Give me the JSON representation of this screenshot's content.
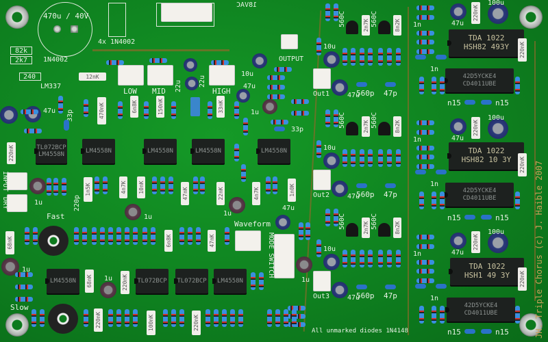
{
  "power": {
    "cap_rating": "470u / 40V",
    "diodes": "4x 1N4002",
    "ac_input": "18VAC",
    "r1": "82k",
    "r2": "2k7",
    "diode": "1N4002",
    "r3": "240",
    "regulator": "LM337"
  },
  "eq": {
    "low": "LOW",
    "mid": "MID",
    "high": "HIGH",
    "c_12n": "12nK",
    "c_470n": "470nK",
    "c_6n8": "6n8K",
    "c_150n": "150nK",
    "c_33n": "33nK",
    "cap_22u_a": "22u",
    "cap_22u_b": "22u"
  },
  "connectors": {
    "output": "OUTPUT",
    "input": "INPUT",
    "dry": "DRY",
    "waveform": "Waveform",
    "mode_switch": "MODE SWITCH",
    "out1": "Out1",
    "out2": "Out2",
    "out3": "Out3"
  },
  "controls": {
    "fast": "Fast",
    "slow": "Slow"
  },
  "values": {
    "c10u": "10u",
    "c47u": "47u",
    "c1u": "1u",
    "c33p": "33p",
    "c220p": "220p",
    "c220n": "220nK",
    "c1n5": "1n5K",
    "c4n7": "4n7K",
    "c10n": "10nK",
    "c47n": "47nK",
    "c22n": "22nK",
    "c1n0": "1n0K",
    "c68n": "68nK",
    "c6n8": "6n8K",
    "c100n": "100nK",
    "c560p": "560p",
    "c47p": "47p",
    "t560c": "560C",
    "c2n7": "2n7K",
    "c8n2": "8n2K",
    "c100u": "100u",
    "c1n": "1n",
    "cn15": "n15"
  },
  "bbd_chips": [
    {
      "line1": "TDA  1022",
      "line2": "HSH82  493Y"
    },
    {
      "line1": "TDA 1022",
      "line2": "HSH82 10 3Y"
    },
    {
      "line1": "TDA  1022",
      "line2": "HSH1   49 3Y"
    }
  ],
  "logic_chip": {
    "line1": "42D5YCKE4",
    "line2": "CD4011UBE"
  },
  "opamp_chip": {
    "line1": "TL072BCP",
    "line2": "LM4558N"
  },
  "notes": {
    "diodes": "All unmarked diodes 1N4148",
    "credit": "JH. Triple Chorus (c) J. Haible 2007"
  }
}
